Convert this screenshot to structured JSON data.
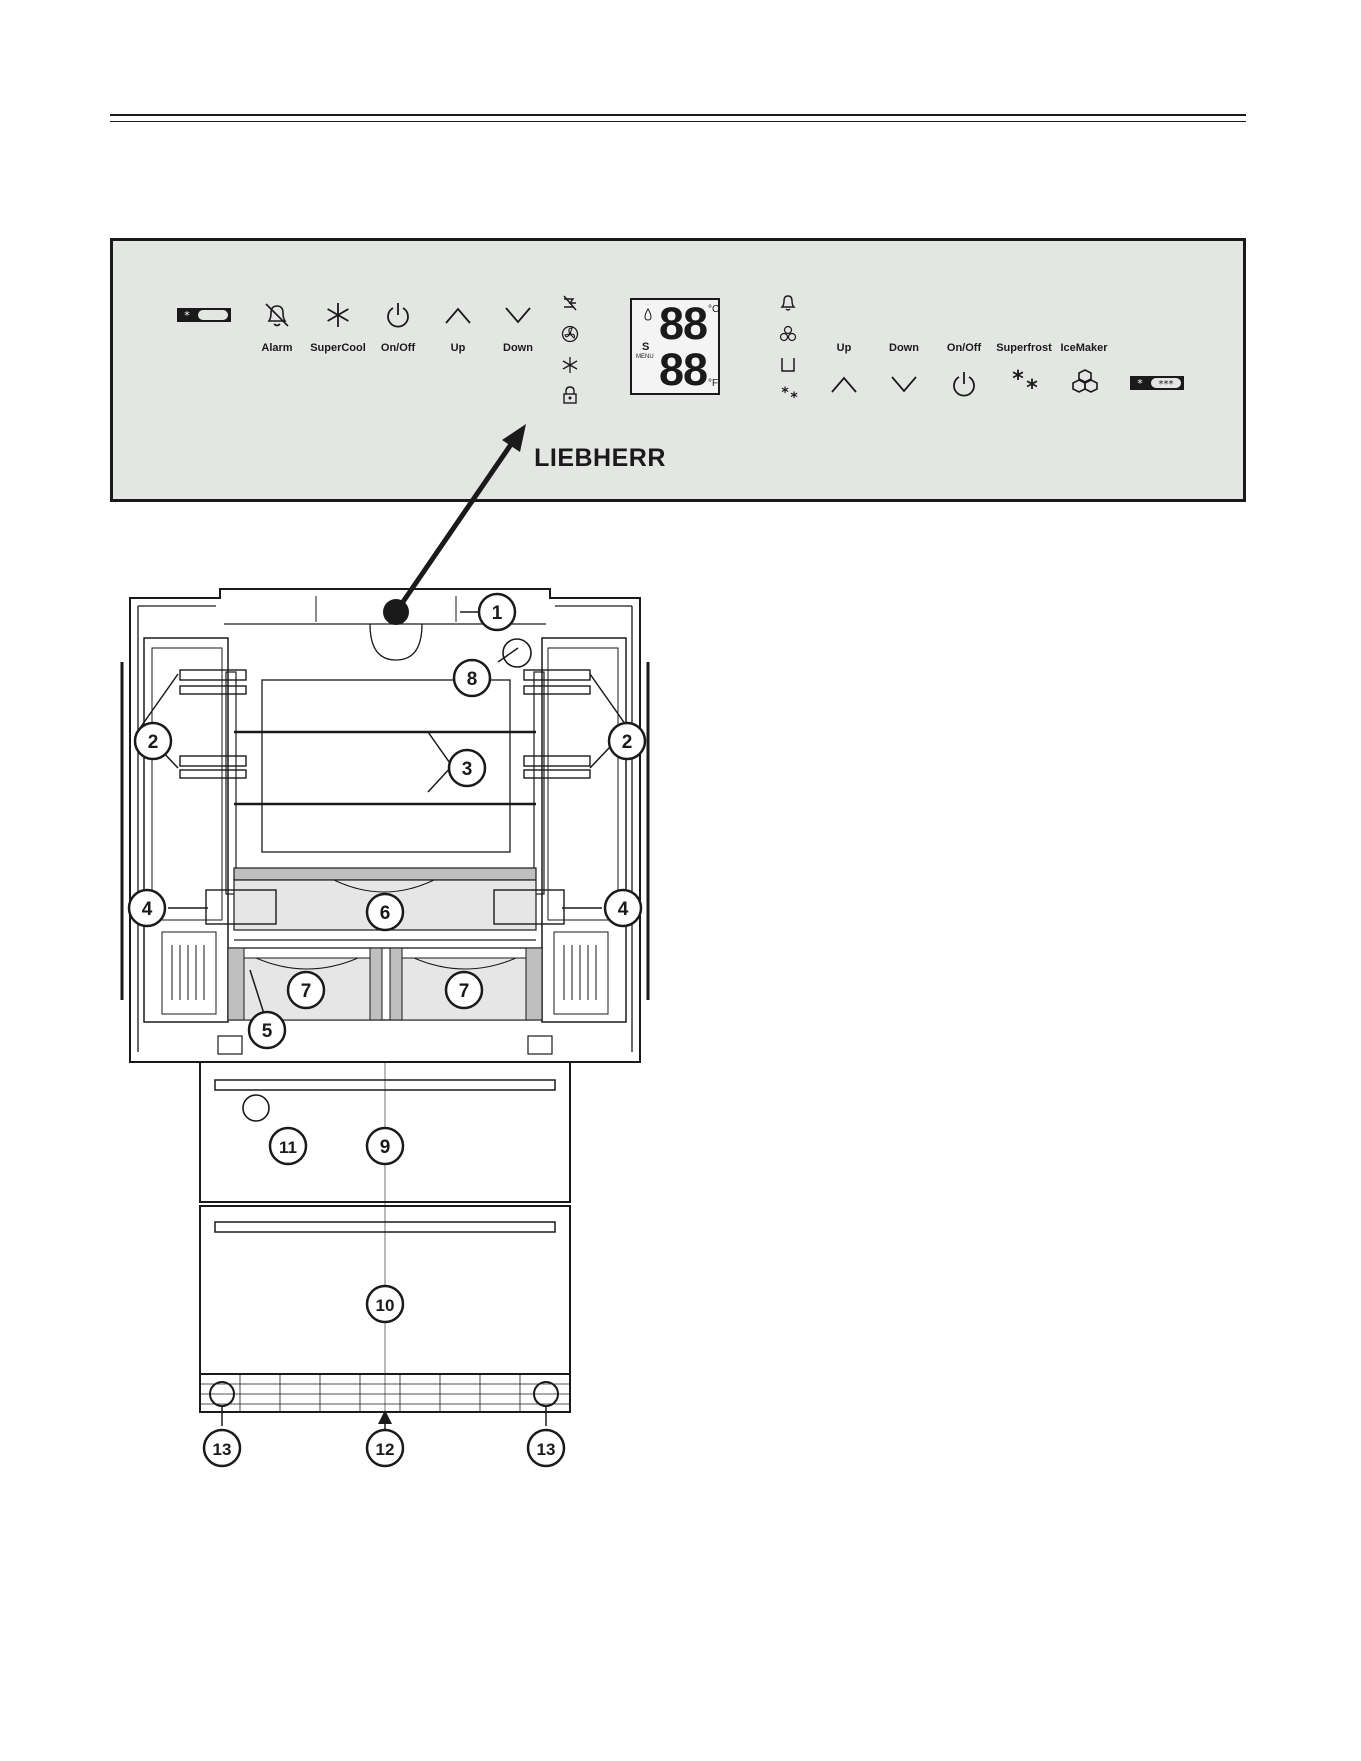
{
  "control_panel": {
    "brand": "LIEBHERR",
    "left_buttons": [
      {
        "label": "Alarm",
        "icon": "alarm-bell-icon"
      },
      {
        "label": "SuperCool",
        "icon": "supercool-snowflake-icon"
      },
      {
        "label": "On/Off",
        "icon": "power-icon"
      },
      {
        "label": "Up",
        "icon": "chevron-up-icon"
      },
      {
        "label": "Down",
        "icon": "chevron-down-icon"
      }
    ],
    "right_buttons": [
      {
        "label": "Up",
        "icon": "chevron-up-icon"
      },
      {
        "label": "Down",
        "icon": "chevron-down-icon"
      },
      {
        "label": "On/Off",
        "icon": "power-icon"
      },
      {
        "label": "Superfrost",
        "icon": "superfrost-icon"
      },
      {
        "label": "IceMaker",
        "icon": "ice-cubes-icon"
      }
    ],
    "display": {
      "digits_top": "88",
      "digits_bottom": "88",
      "unit_c": "°C",
      "unit_f": "°F",
      "s_label": "S",
      "menu_label": "MENU"
    },
    "status_icons_left": [
      "vacation-icon",
      "fan-icon",
      "snowflake-icon",
      "child-lock-icon"
    ],
    "status_icons_right": [
      "alarm-bell-icon",
      "ice-cubes-icon",
      "water-tank-icon",
      "superfrost-icon"
    ]
  },
  "callouts": [
    "1",
    "2",
    "2",
    "3",
    "4",
    "4",
    "5",
    "6",
    "7",
    "7",
    "8",
    "9",
    "10",
    "11",
    "12",
    "13",
    "13"
  ]
}
